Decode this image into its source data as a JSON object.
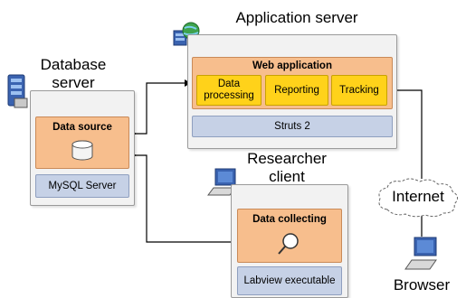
{
  "database_server": {
    "title": "Database server",
    "data_source": "Data source",
    "mysql": "MySQL Server"
  },
  "application_server": {
    "title": "Application server",
    "web_application": "Web application",
    "modules": [
      "Data processing",
      "Reporting",
      "Tracking"
    ],
    "struts": "Struts 2"
  },
  "researcher_client": {
    "title": "Researcher client",
    "data_collecting": "Data collecting",
    "labview": "Labview executable"
  },
  "internet": "Internet",
  "browser": "Browser",
  "colors": {
    "server_box": "#f2f2f2",
    "orange_panel": "#f7be8d",
    "yellow_module": "#ffd21a",
    "blue_panel": "#c6d1e6"
  }
}
